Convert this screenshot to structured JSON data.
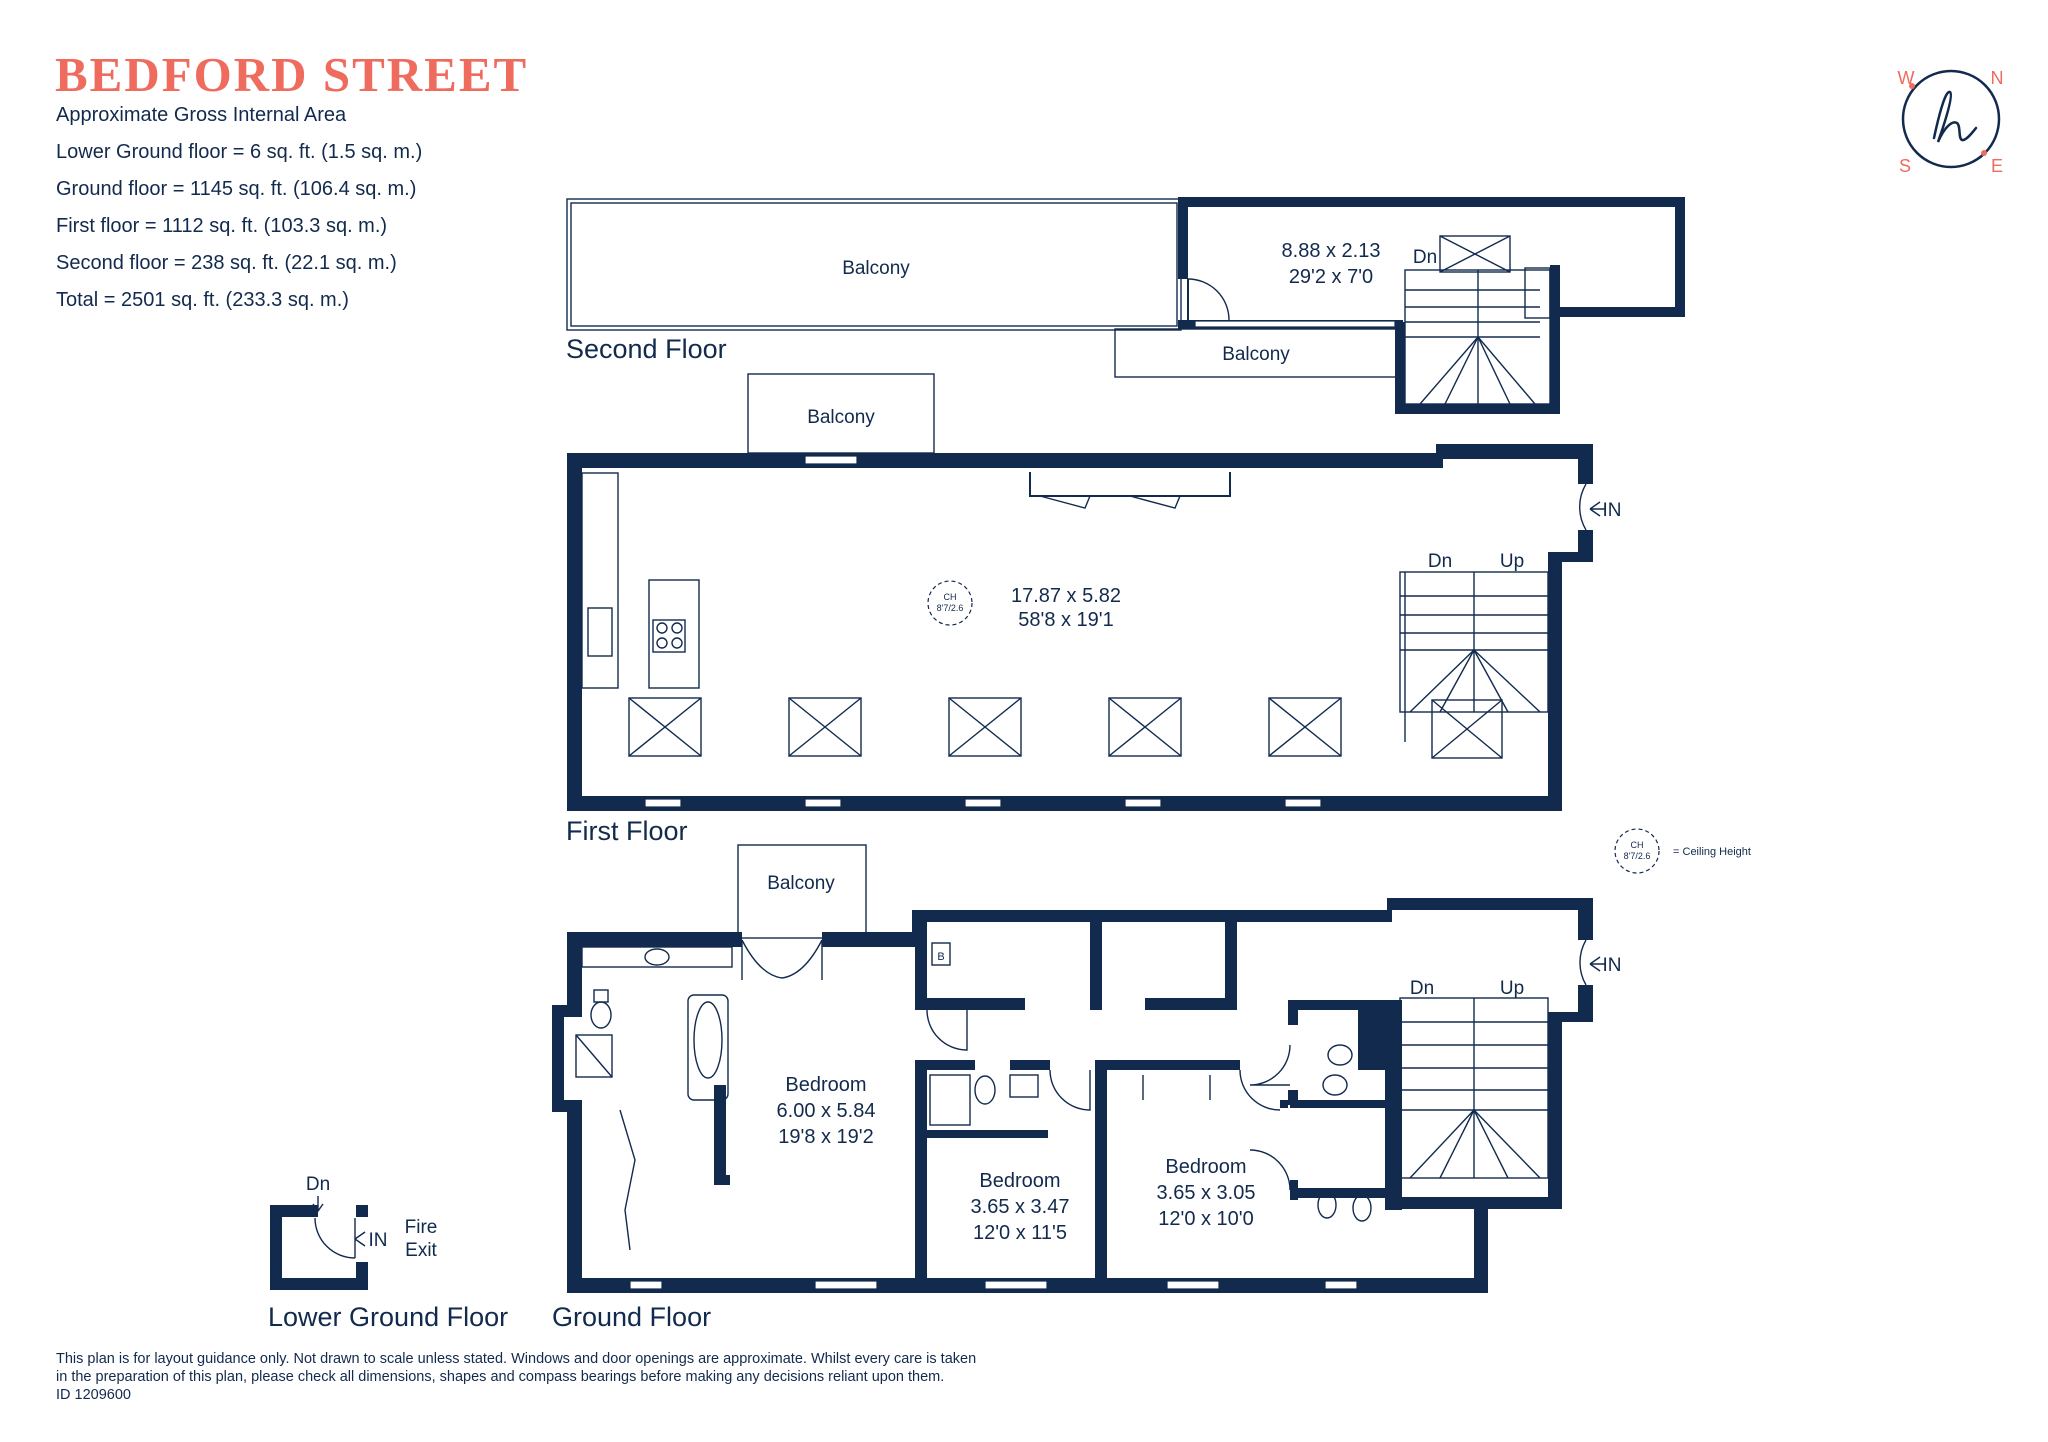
{
  "title": "BEDFORD STREET",
  "areas": [
    "Approximate Gross Internal Area",
    "Lower Ground floor = 6 sq. ft. (1.5 sq. m.)",
    "Ground floor = 1145 sq. ft. (106.4 sq. m.)",
    "First floor  = 1112 sq. ft. (103.3 sq. m.)",
    "Second floor = 238 sq. ft. (22.1 sq. m.)",
    "Total =  2501 sq. ft. (233.3 sq. m.)"
  ],
  "floors": {
    "second": "Second Floor",
    "first": "First Floor",
    "ground": "Ground Floor",
    "lower": "Lower Ground Floor"
  },
  "labels": {
    "balcony": "Balcony",
    "bedroom": "Bedroom",
    "dn": "Dn",
    "up": "Up",
    "in": "IN",
    "fire": "Fire",
    "exit": "Exit",
    "boiler": "B",
    "ch": "CH",
    "ch_value": "8'7/2.6",
    "ceiling_height": "= Ceiling Height"
  },
  "rooms": {
    "second_room": {
      "metric": "8.88 x 2.13",
      "imperial": "29'2 x 7'0"
    },
    "first_main": {
      "metric": "17.87 x 5.82",
      "imperial": "58'8 x 19'1"
    },
    "bed1": {
      "metric": "6.00 x 5.84",
      "imperial": "19'8 x 19'2"
    },
    "bed2": {
      "metric": "3.65 x 3.47",
      "imperial": "12'0 x 11'5"
    },
    "bed3": {
      "metric": "3.65 x 3.05",
      "imperial": "12'0 x 10'0"
    }
  },
  "compass": {
    "n": "N",
    "e": "E",
    "s": "S",
    "w": "W",
    "color": "#ef6b5e"
  },
  "colors": {
    "wall": "#122a4d",
    "accent": "#ef6b5e"
  },
  "disclaimer": [
    "This plan is for layout guidance only. Not drawn to scale unless stated. Windows and door openings are approximate. Whilst every care is taken",
    "in the preparation of this plan, please check all dimensions, shapes and compass bearings before making any decisions reliant upon them.",
    "ID 1209600"
  ]
}
